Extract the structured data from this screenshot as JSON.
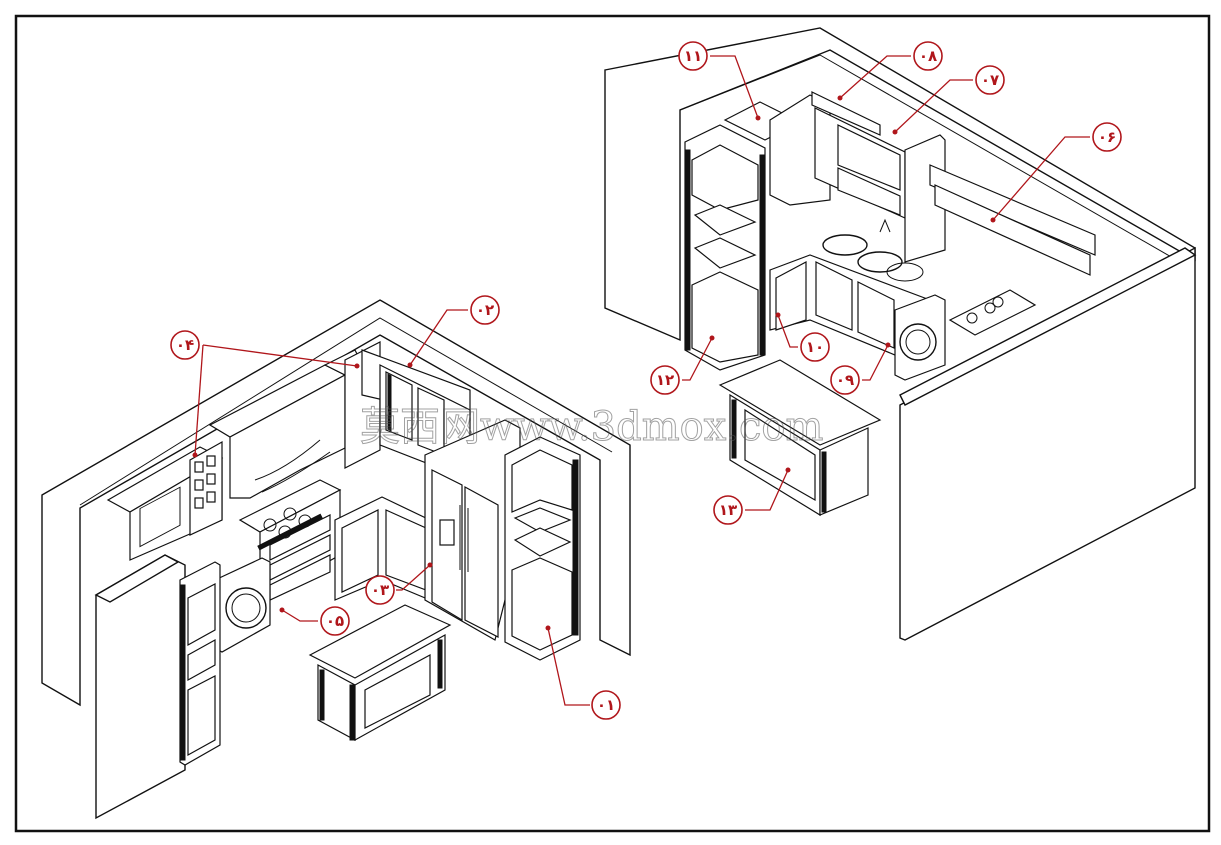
{
  "watermark": "莫西网www.3dmox.com",
  "colors": {
    "line": "#111111",
    "callout": "#b0161b",
    "background": "#ffffff"
  },
  "left_view": {
    "callouts": [
      {
        "id": "01",
        "label": "۰۱"
      },
      {
        "id": "02",
        "label": "۰۲"
      },
      {
        "id": "03",
        "label": "۰۳"
      },
      {
        "id": "04",
        "label": "۰۴"
      },
      {
        "id": "05",
        "label": "۰۵"
      }
    ]
  },
  "right_view": {
    "callouts": [
      {
        "id": "06",
        "label": "۰۶"
      },
      {
        "id": "07",
        "label": "۰۷"
      },
      {
        "id": "08",
        "label": "۰۸"
      },
      {
        "id": "09",
        "label": "۰۹"
      },
      {
        "id": "10",
        "label": "۱۰"
      },
      {
        "id": "11",
        "label": "۱۱"
      },
      {
        "id": "12",
        "label": "۱۲"
      },
      {
        "id": "13",
        "label": "۱۳"
      }
    ]
  }
}
